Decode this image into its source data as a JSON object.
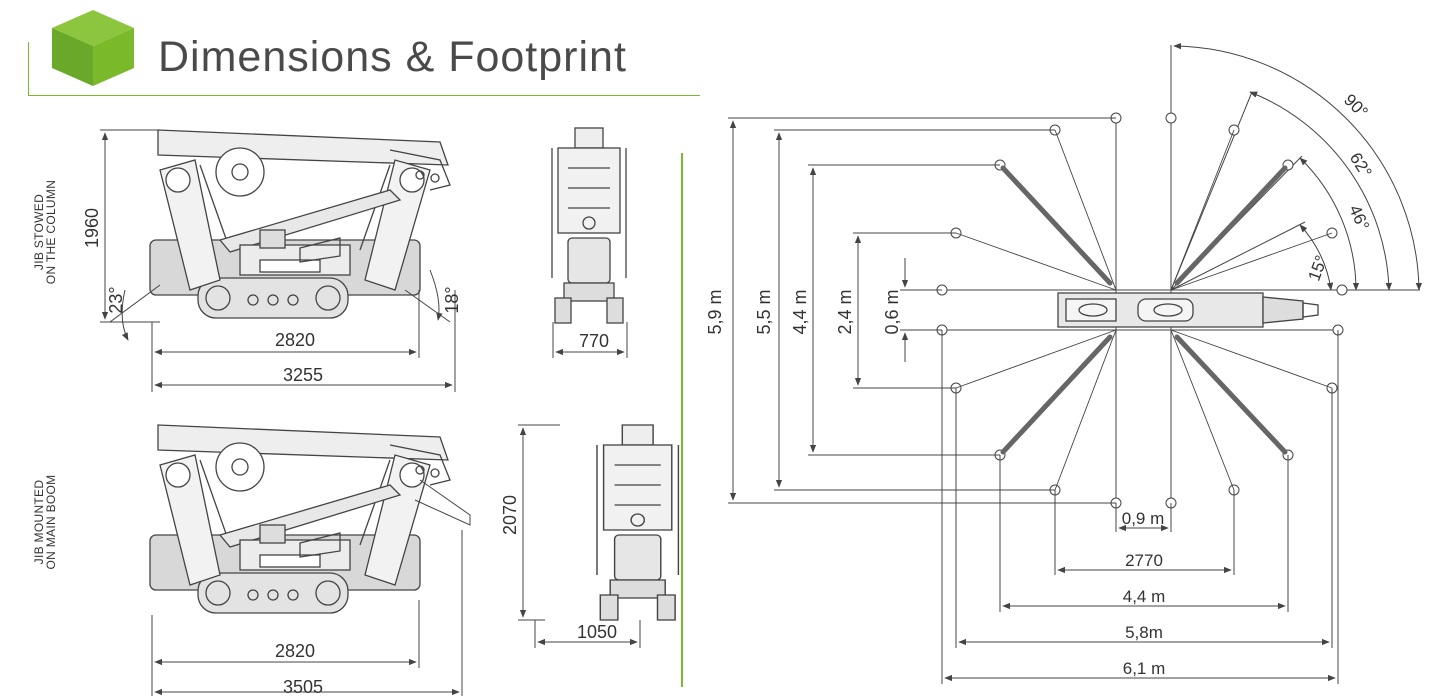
{
  "title": "Dimensions & Footprint",
  "colors": {
    "accent": "#7ab929",
    "accent_dark": "#5a9a1e",
    "line": "#444444"
  },
  "views": {
    "stowed": {
      "label_line1": "JIB STOWED",
      "label_line2": "ON THE COLUMN",
      "height": "1960",
      "angle_front": "23°",
      "angle_rear": "18°",
      "track_length": "2820",
      "overall_length": "3255",
      "width": "770"
    },
    "mounted": {
      "label_line1": "JIB MOUNTED",
      "label_line2": "ON MAIN BOOM",
      "track_length": "2820",
      "overall_length": "3505",
      "height": "2070",
      "width": "1050"
    }
  },
  "footprint": {
    "angles": [
      "90°",
      "62°",
      "46°",
      "15°"
    ],
    "vertical_dims": [
      "5,9 m",
      "5,5 m",
      "4,4 m",
      "2,4 m",
      "0,6 m"
    ],
    "horizontal_dims": [
      "0,9 m",
      "2770",
      "4,4 m",
      "5,8m",
      "6,1 m"
    ]
  }
}
